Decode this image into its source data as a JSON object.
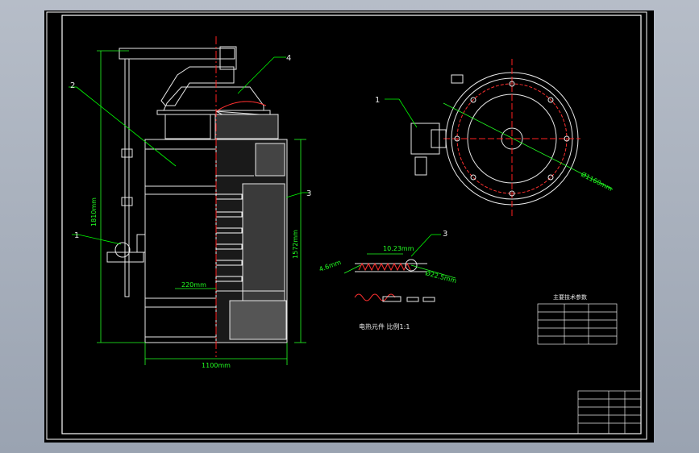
{
  "colors": {
    "background": "#000000",
    "frame": "#ffffff",
    "dimension": "#22ff22",
    "center_line": "#ff2020",
    "leader": "#00ff00",
    "part": "#e8e8e8"
  },
  "callouts": {
    "n1_left": "1",
    "n2": "2",
    "n3_left": "3",
    "n4": "4",
    "n1_right": "1",
    "n3_element": "3"
  },
  "dimensions": {
    "height_total": "1810mm",
    "height_inner": "1572mm",
    "width": "1100mm",
    "inner": "220mm",
    "diameter": "Ø1160mm",
    "pitch": "10.23mm",
    "wire": "4.6mm",
    "coil_diameter": "Ø22.5mm"
  },
  "captions": {
    "element_scale": "电热元件 比例1:1"
  },
  "spec_table": {
    "title": "主要技术参数"
  }
}
